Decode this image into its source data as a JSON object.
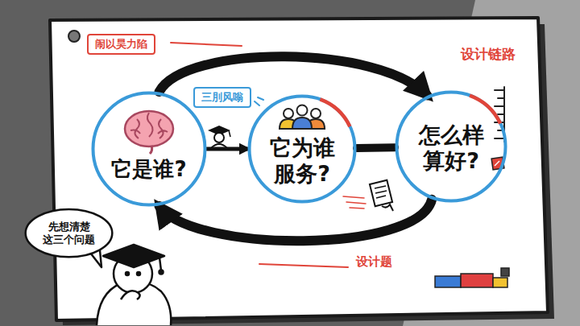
{
  "diagram": {
    "nodes": [
      {
        "text": [
          "闹以昊力陷"
        ]
      },
      {
        "text": [
          "三刖风嗡"
        ]
      },
      {
        "text": [
          "它是谁?"
        ]
      },
      {
        "text": [
          "它为谁服务?"
        ]
      },
      {
        "text": [
          "怎么样算好?"
        ]
      },
      {
        "text": [
          "先想清楚 这三个问题"
        ]
      }
    ],
    "edges": [
      {
        "from": 2,
        "to": 4,
        "arrow": "to"
      },
      {
        "from": 4,
        "to": 2,
        "arrow": "to"
      },
      {
        "from": 2,
        "to": 3,
        "arrow": "to"
      },
      {
        "from": 3,
        "to": 4,
        "arrow": "none"
      }
    ],
    "labels": [
      "设计链路",
      "设计题"
    ]
  }
}
